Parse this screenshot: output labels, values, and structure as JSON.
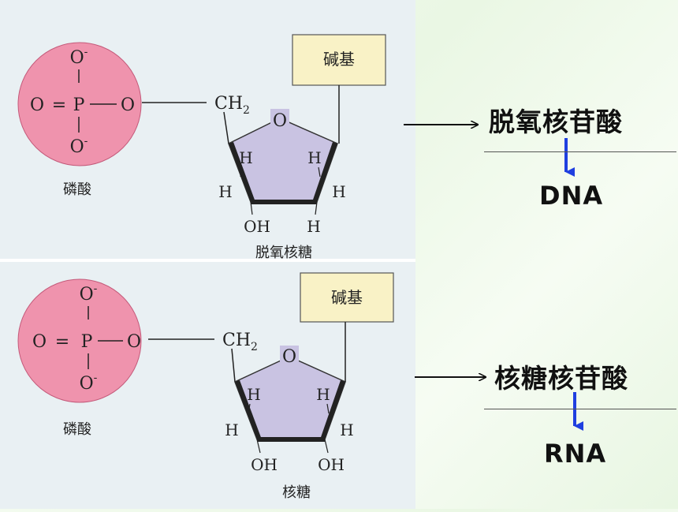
{
  "diagrams": [
    {
      "phosphate": {
        "o_top": "O",
        "o_top_sup": "-",
        "o_left": "O",
        "eq": "=",
        "p": "P",
        "o_right": "O",
        "o_bottom": "O",
        "o_bottom_sup": "-",
        "caption": "磷酸"
      },
      "sugar": {
        "ch2": "CH",
        "ch2_sub": "2",
        "ring_o": "O",
        "h1": "H",
        "h2": "H",
        "h3": "H",
        "h4": "H",
        "oh_or_h_left": "OH",
        "oh_or_h_right": "H",
        "caption": "脱氧核糖"
      },
      "base_label": "碱基",
      "product": "脱氧核苷酸",
      "nucleic_acid": "DNA"
    },
    {
      "phosphate": {
        "o_top": "O",
        "o_top_sup": "-",
        "o_left": "O",
        "eq": "=",
        "p": "P",
        "o_right": "O",
        "o_bottom": "O",
        "o_bottom_sup": "-",
        "caption": "磷酸"
      },
      "sugar": {
        "ch2": "CH",
        "ch2_sub": "2",
        "ring_o": "O",
        "h1": "H",
        "h2": "H",
        "h3": "H",
        "h4": "H",
        "oh_or_h_left": "OH",
        "oh_or_h_right": "OH",
        "caption": "核糖"
      },
      "base_label": "碱基",
      "product": "核糖核苷酸",
      "nucleic_acid": "RNA"
    }
  ],
  "colors": {
    "phosphate_fill": "#ef93ad",
    "ring_fill": "#c9c3e2",
    "base_box": "#f9f2c6",
    "arrow_blue": "#1f3fe0"
  }
}
